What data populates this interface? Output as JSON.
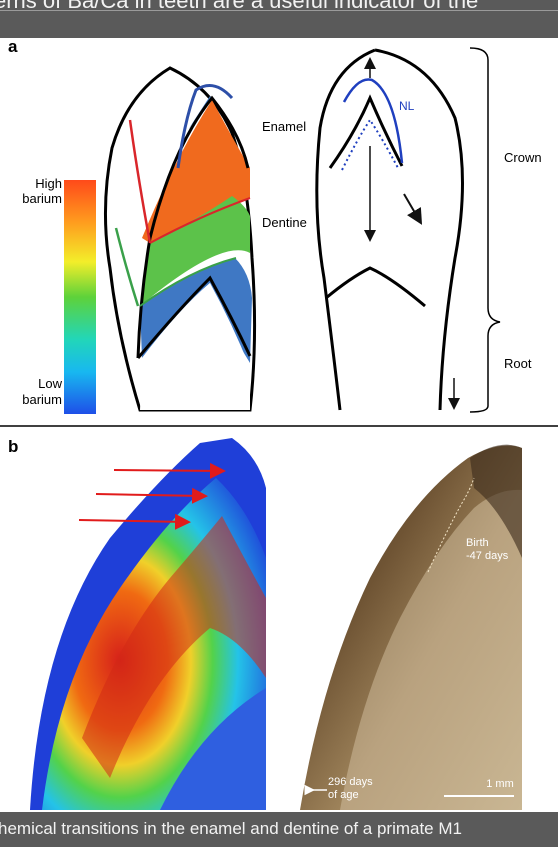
{
  "header_text": "erns of Ba/Ca in teeth are a useful indicator of the",
  "caption_text": "hemical transitions in the enamel and dentine of a primate M1",
  "panel_a": {
    "label": "a",
    "scale_high_line1": "High",
    "scale_high_line2": "barium",
    "scale_low_line1": "Low",
    "scale_low_line2": "barium",
    "enamel_label": "Enamel",
    "dentine_label": "Dentine",
    "nl_label": "NL",
    "crown_label": "Crown",
    "root_label": "Root"
  },
  "panel_b": {
    "label": "b",
    "birth_line1": "Birth",
    "birth_line2": "-47 days",
    "age_line1": "296 days",
    "age_line2": "of age",
    "scale_label": "1 mm"
  },
  "colors": {
    "high": "#f05a1e",
    "mid": "#5cc24a",
    "low": "#3f78c4",
    "nl_line": "#1f3fbf",
    "red_line": "#d9262b",
    "arrow_red": "#e11b1b"
  }
}
